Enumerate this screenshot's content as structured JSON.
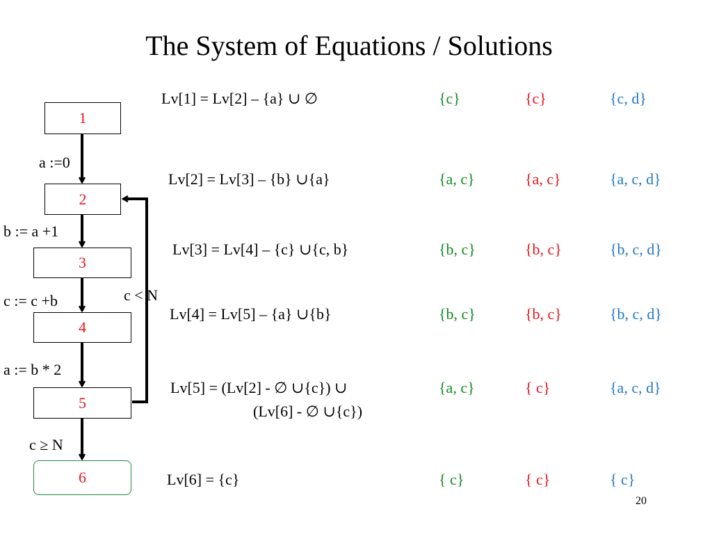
{
  "title": "The System of Equations / Solutions",
  "colors": {
    "node_label": "#e8141c",
    "sol_green": "#0f8a22",
    "sol_red": "#e8141c",
    "sol_blue": "#1f78c6",
    "exit_node_border": "#1d8a3a"
  },
  "cfg": {
    "nodes": [
      "1",
      "2",
      "3",
      "4",
      "5",
      "6"
    ],
    "edges": [
      "a :=0",
      "b := a +1",
      "c := c +b",
      "a := b * 2",
      "c ≥ N"
    ],
    "back_edge": "c < N"
  },
  "equations": [
    {
      "lhs": "Lv[1] = Lv[2] – {a} ∪ ∅",
      "s1": "{c}",
      "s2": "{c}",
      "s3": "{c, d}"
    },
    {
      "lhs": "Lv[2] = Lv[3] – {b} ∪{a}",
      "s1": "{a, c}",
      "s2": "{a, c}",
      "s3": "{a, c, d}"
    },
    {
      "lhs": "Lv[3] = Lv[4] – {c} ∪{c, b}",
      "s1": "{b, c}",
      "s2": "{b, c}",
      "s3": "{b, c, d}"
    },
    {
      "lhs": "Lv[4] = Lv[5] – {a} ∪{b}",
      "s1": "{b, c}",
      "s2": "{b, c}",
      "s3": "{b, c, d}"
    },
    {
      "lhs": "Lv[5] = (Lv[2] - ∅ ∪{c})  ∪",
      "lhs2": "(Lv[6] - ∅ ∪{c})",
      "s1": "{a, c}",
      "s2": "{ c}",
      "s3": "{a, c, d}"
    },
    {
      "lhs": "Lv[6] = {c}",
      "s1": "{ c}",
      "s2": "{ c}",
      "s3": "{ c}"
    }
  ],
  "page_number": "20"
}
